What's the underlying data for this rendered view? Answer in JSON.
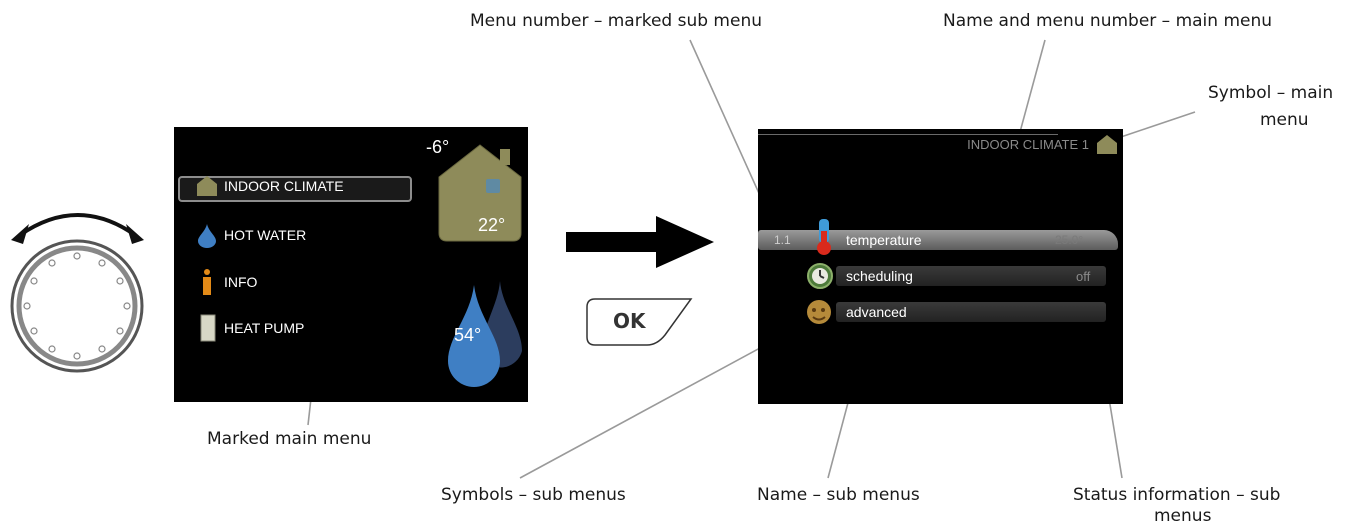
{
  "callouts": {
    "menu_number_marked_sub": "Menu number – marked sub menu",
    "name_menu_number_main": "Name and menu number – main menu",
    "symbol_main_1": "Symbol – main",
    "symbol_main_2": "menu",
    "marked_main_menu": "Marked main menu",
    "symbols_sub_menus": "Symbols – sub menus",
    "name_sub_menus": "Name – sub menus",
    "status_info_1": "Status information – sub",
    "status_info_2": "menus"
  },
  "main_screen": {
    "items": [
      {
        "label": "INDOOR CLIMATE",
        "icon": "house-icon"
      },
      {
        "label": "HOT WATER",
        "icon": "water-drop-icon"
      },
      {
        "label": "INFO",
        "icon": "info-icon"
      },
      {
        "label": "HEAT PUMP",
        "icon": "heat-pump-icon"
      }
    ],
    "outdoor_temp": "-6°",
    "indoor_temp": "22°",
    "hot_water_temp": "54°"
  },
  "ok_button": {
    "label": "OK"
  },
  "sub_screen": {
    "header_title": "INDOOR CLIMATE 1",
    "menu_number": "1.1",
    "rows": [
      {
        "name": "temperature",
        "status": "25.0°",
        "icon": "thermometer-icon"
      },
      {
        "name": "scheduling",
        "status": "off",
        "icon": "clock-icon"
      },
      {
        "name": "advanced",
        "status": "",
        "icon": "advanced-icon"
      }
    ]
  },
  "colors": {
    "accent_olive": "#8e8b5a",
    "drop_blue": "#3f7fc4",
    "info_orange": "#e38a17",
    "thermo_red": "#d92a1c"
  }
}
